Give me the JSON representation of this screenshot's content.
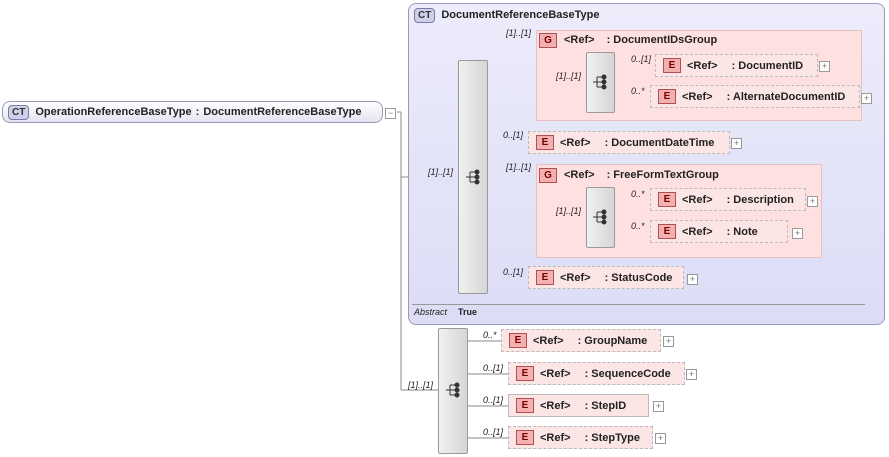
{
  "root": {
    "badge": "CT",
    "name": "OperationReferenceBaseType",
    "type_sep": ":",
    "type": "DocumentReferenceBaseType"
  },
  "base_type": {
    "badge": "CT",
    "name": "DocumentReferenceBaseType",
    "footer_key": "Abstract",
    "footer_value": "True"
  },
  "ref_label": "<Ref>",
  "group1": {
    "badge": "G",
    "name": ": DocumentIDsGroup",
    "card": "[1]..[1]",
    "seq_card": "[1]..[1]",
    "items": [
      {
        "card": "0..[1]",
        "name": ": DocumentID"
      },
      {
        "card": "0..*",
        "name": ": AlternateDocumentID"
      }
    ]
  },
  "doc_date": {
    "card": "0..[1]",
    "name": ": DocumentDateTime"
  },
  "group2": {
    "badge": "G",
    "name": ": FreeFormTextGroup",
    "card": "[1]..[1]",
    "seq_card": "[1]..[1]",
    "items": [
      {
        "card": "0..*",
        "name": ": Description"
      },
      {
        "card": "0..*",
        "name": ": Note"
      }
    ]
  },
  "status": {
    "card": "0..[1]",
    "name": ": StatusCode"
  },
  "inner_seq_card": "[1]..[1]",
  "outer_seq_card": "[1]..[1]",
  "outer_items": [
    {
      "card": "0..*",
      "name": ": GroupName"
    },
    {
      "card": "0..[1]",
      "name": ": SequenceCode"
    },
    {
      "card": "0..[1]",
      "name": ": StepID"
    },
    {
      "card": "0..[1]",
      "name": ": StepType"
    }
  ],
  "element_badge": "E",
  "colors": {
    "ct_fill": "#e0e0f8",
    "group_fill": "#ffe0e0",
    "element_fill": "#fbe5e5",
    "element_badge": "#f2b0b0"
  }
}
